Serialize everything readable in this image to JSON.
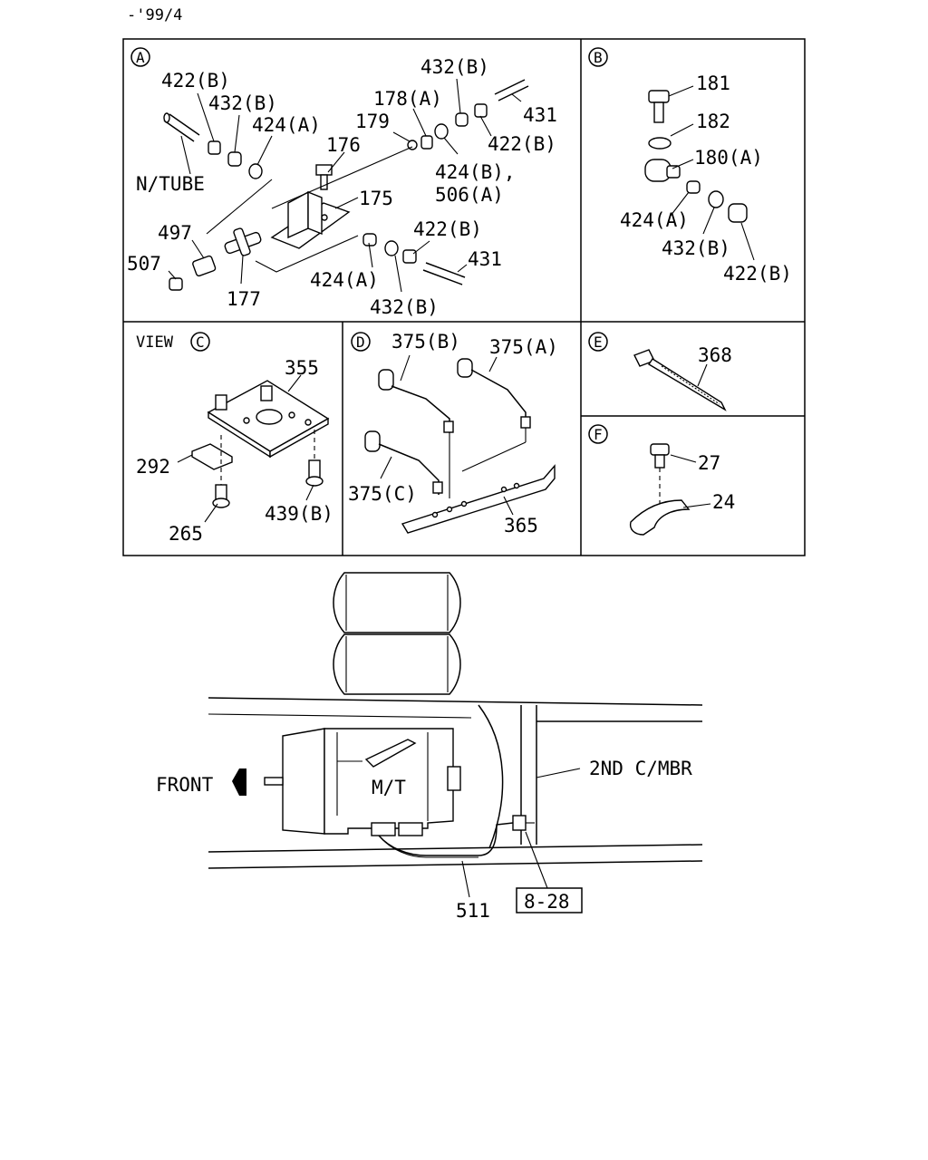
{
  "header": {
    "date_code": "-'99/4"
  },
  "panels": {
    "A": {
      "letter": "A",
      "labels": {
        "p422b_1": "422(B)",
        "p432b_1": "432(B)",
        "p424a_1": "424(A)",
        "ntube": "N/TUBE",
        "p176": "176",
        "p179": "179",
        "p178a": "178(A)",
        "p432b_2": "432(B)",
        "p431_1": "431",
        "p422b_2": "422(B)",
        "p424b": "424(B),",
        "p506a": "506(A)",
        "p175": "175",
        "p497": "497",
        "p507": "507",
        "p177": "177",
        "p422b_3": "422(B)",
        "p431_2": "431",
        "p424a_2": "424(A)",
        "p432b_3": "432(B)"
      }
    },
    "B": {
      "letter": "B",
      "labels": {
        "p181": "181",
        "p182": "182",
        "p180a": "180(A)",
        "p424a": "424(A)",
        "p432b": "432(B)",
        "p422b": "422(B)"
      }
    },
    "C": {
      "view_word": "VIEW",
      "letter": "C",
      "labels": {
        "p355": "355",
        "p292": "292",
        "p265": "265",
        "p439b": "439(B)"
      }
    },
    "D": {
      "letter": "D",
      "labels": {
        "p375b": "375(B)",
        "p375a": "375(A)",
        "p375c": "375(C)",
        "p365": "365"
      }
    },
    "E": {
      "letter": "E",
      "labels": {
        "p368": "368"
      }
    },
    "F": {
      "letter": "F",
      "labels": {
        "p27": "27",
        "p24": "24"
      }
    }
  },
  "main": {
    "front_label": "FRONT",
    "mt_label": "M/T",
    "cross_member_label": "2ND C/MBR",
    "p511": "511",
    "ref_box": "8-28"
  }
}
